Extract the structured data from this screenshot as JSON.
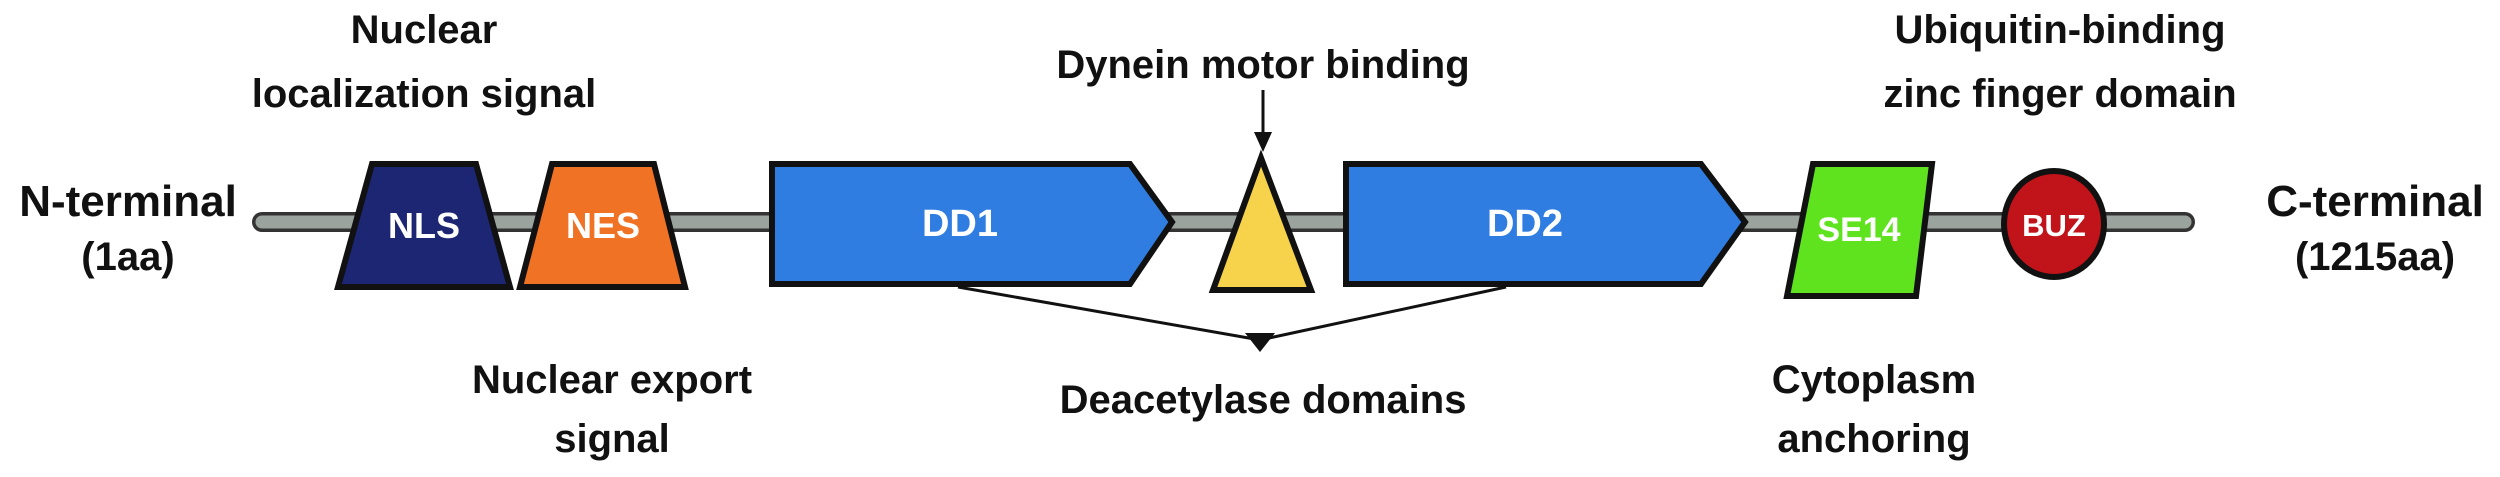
{
  "terminals": {
    "n": {
      "line1": "N-terminal",
      "line2": "(1aa)"
    },
    "c": {
      "line1": "C-terminal",
      "line2": "(1215aa)"
    }
  },
  "domains": {
    "nls": {
      "label": "NLS",
      "color": "#1c2673"
    },
    "nes": {
      "label": "NES",
      "color": "#f07225"
    },
    "dd1": {
      "label": "DD1",
      "color": "#2f7de1"
    },
    "dynein": {
      "color": "#f6d34a"
    },
    "dd2": {
      "label": "DD2",
      "color": "#2f7de1"
    },
    "se14": {
      "label": "SE14",
      "color": "#5fe31e"
    },
    "buz": {
      "label": "BUZ",
      "color": "#c0131a"
    }
  },
  "backbone_color": "#9aa39e",
  "annotations": {
    "nls": {
      "line1": "Nuclear",
      "line2": "localization signal"
    },
    "nes": {
      "line1": "Nuclear export",
      "line2": "signal"
    },
    "dynein": {
      "line1": "Dynein motor binding"
    },
    "deacetylase": {
      "line1": "Deacetylase domains"
    },
    "se14": {
      "line1": "Cytoplasm",
      "line2": "anchoring"
    },
    "buz": {
      "line1": "Ubiquitin-binding",
      "line2": "zinc finger domain"
    }
  }
}
